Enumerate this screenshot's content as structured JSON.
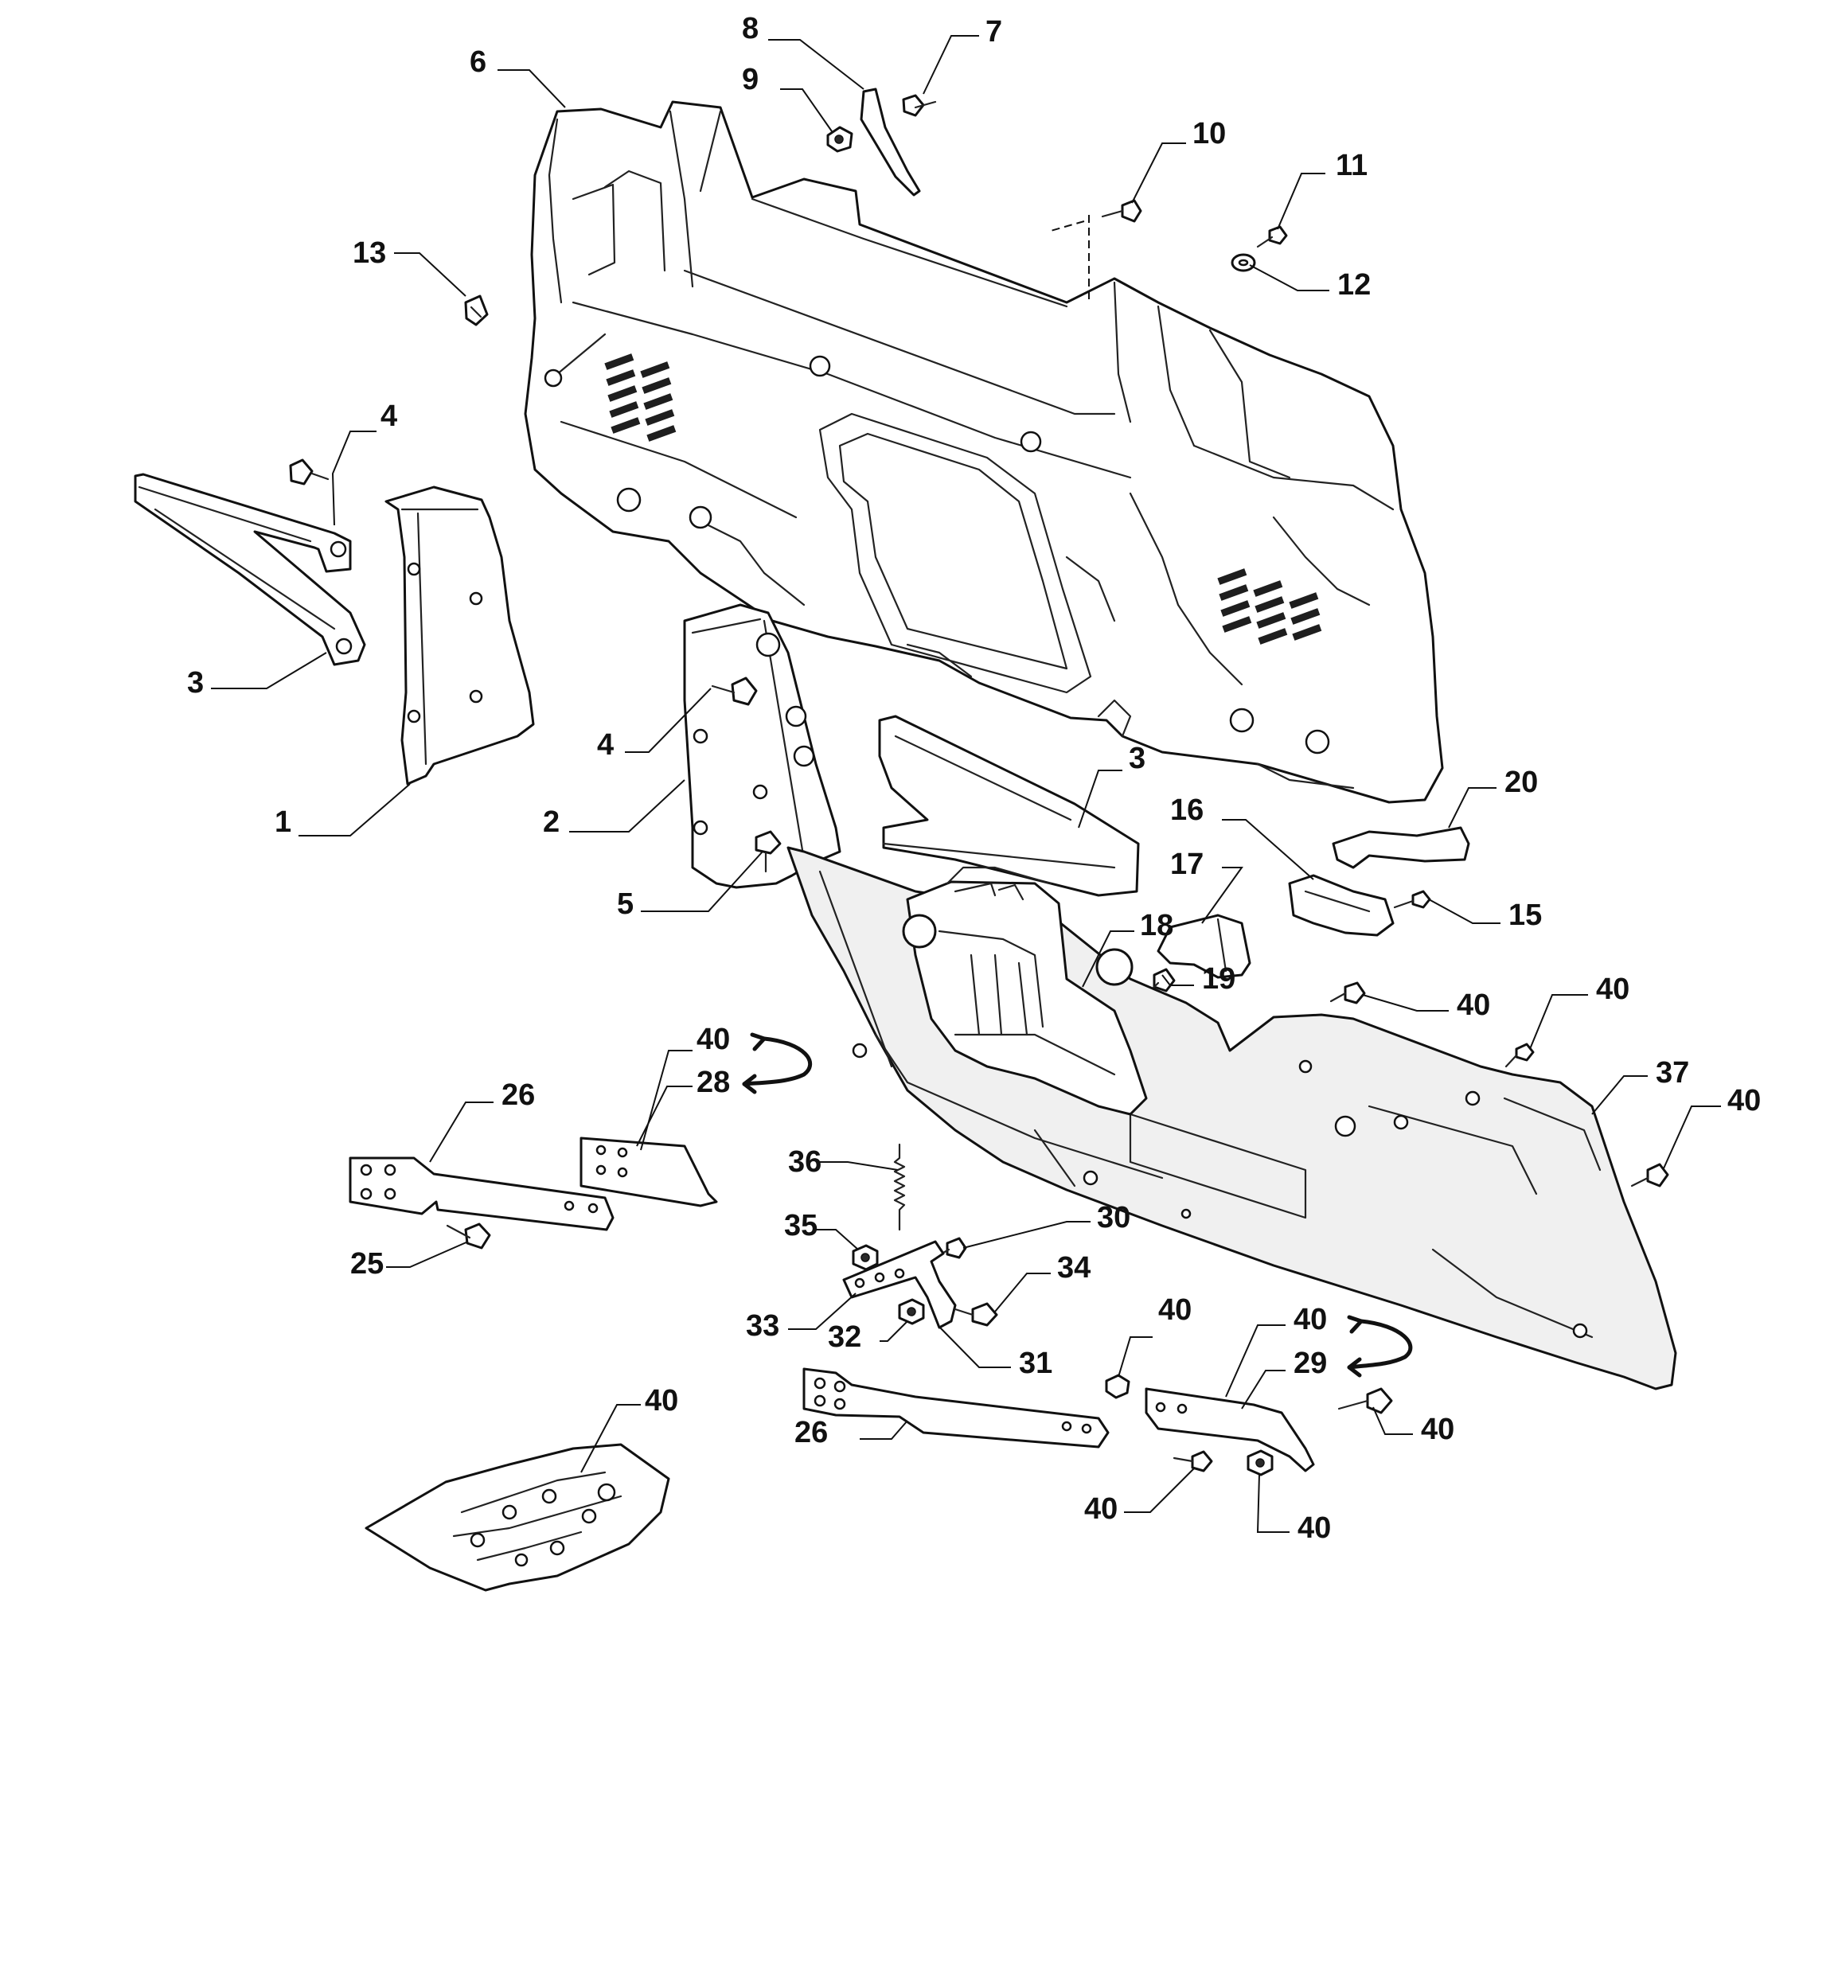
{
  "diagram": {
    "callouts": [
      {
        "id": "c8",
        "text": "8"
      },
      {
        "id": "c7",
        "text": "7"
      },
      {
        "id": "c6",
        "text": "6"
      },
      {
        "id": "c9",
        "text": "9"
      },
      {
        "id": "c10",
        "text": "10"
      },
      {
        "id": "c11",
        "text": "11"
      },
      {
        "id": "c12",
        "text": "12"
      },
      {
        "id": "c13",
        "text": "13"
      },
      {
        "id": "c4a",
        "text": "4"
      },
      {
        "id": "c3a",
        "text": "3"
      },
      {
        "id": "c1",
        "text": "1"
      },
      {
        "id": "c4b",
        "text": "4"
      },
      {
        "id": "c2",
        "text": "2"
      },
      {
        "id": "c5",
        "text": "5"
      },
      {
        "id": "c3b",
        "text": "3"
      },
      {
        "id": "c20",
        "text": "20"
      },
      {
        "id": "c16",
        "text": "16"
      },
      {
        "id": "c17",
        "text": "17"
      },
      {
        "id": "c15",
        "text": "15"
      },
      {
        "id": "c18",
        "text": "18"
      },
      {
        "id": "c19",
        "text": "19"
      },
      {
        "id": "c40a",
        "text": "40"
      },
      {
        "id": "c40b",
        "text": "40"
      },
      {
        "id": "c37",
        "text": "37"
      },
      {
        "id": "c40c",
        "text": "40"
      },
      {
        "id": "c40d",
        "text": "40"
      },
      {
        "id": "c28",
        "text": "28"
      },
      {
        "id": "c26a",
        "text": "26"
      },
      {
        "id": "c25",
        "text": "25"
      },
      {
        "id": "c36",
        "text": "36"
      },
      {
        "id": "c35",
        "text": "35"
      },
      {
        "id": "c30",
        "text": "30"
      },
      {
        "id": "c34",
        "text": "34"
      },
      {
        "id": "c33",
        "text": "33"
      },
      {
        "id": "c32",
        "text": "32"
      },
      {
        "id": "c31",
        "text": "31"
      },
      {
        "id": "c40e",
        "text": "40"
      },
      {
        "id": "c40f",
        "text": "40"
      },
      {
        "id": "c29",
        "text": "29"
      },
      {
        "id": "c40g",
        "text": "40"
      },
      {
        "id": "c26b",
        "text": "26"
      },
      {
        "id": "c40h",
        "text": "40"
      },
      {
        "id": "c40i",
        "text": "40"
      },
      {
        "id": "c40j",
        "text": "40"
      }
    ]
  }
}
